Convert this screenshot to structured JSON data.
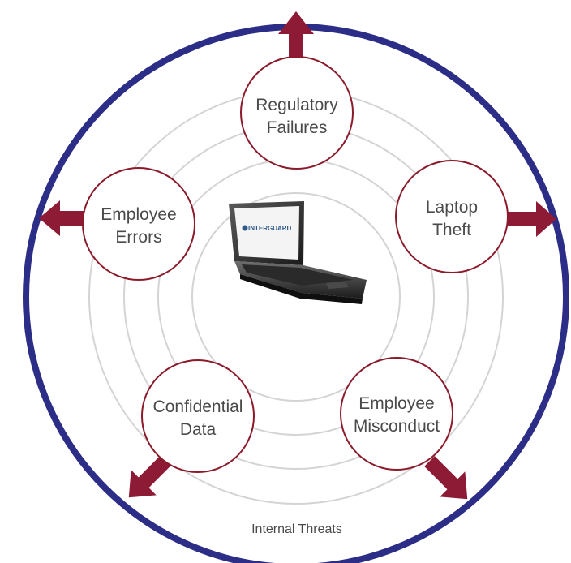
{
  "diagram": {
    "caption": "Internal Threats",
    "center_logo": "INTERGUARD",
    "nodes": [
      {
        "id": "regulatory",
        "line1": "Regulatory",
        "line2": "Failures"
      },
      {
        "id": "laptop",
        "line1": "Laptop",
        "line2": "Theft"
      },
      {
        "id": "misconduct",
        "line1": "Employee",
        "line2": "Misconduct"
      },
      {
        "id": "confidential",
        "line1": "Confidential",
        "line2": "Data"
      },
      {
        "id": "errors",
        "line1": "Employee",
        "line2": "Errors"
      }
    ]
  },
  "colors": {
    "outer_ring": "#2b2d86",
    "node_stroke": "#8b1a2b",
    "arrow": "#8e1b35",
    "rings": "#d4d4d4",
    "text": "#4a4a4a"
  },
  "icons": [
    "laptop-icon",
    "arrow-up-icon",
    "arrow-right-icon",
    "arrow-down-right-icon",
    "arrow-down-left-icon",
    "arrow-left-icon"
  ]
}
